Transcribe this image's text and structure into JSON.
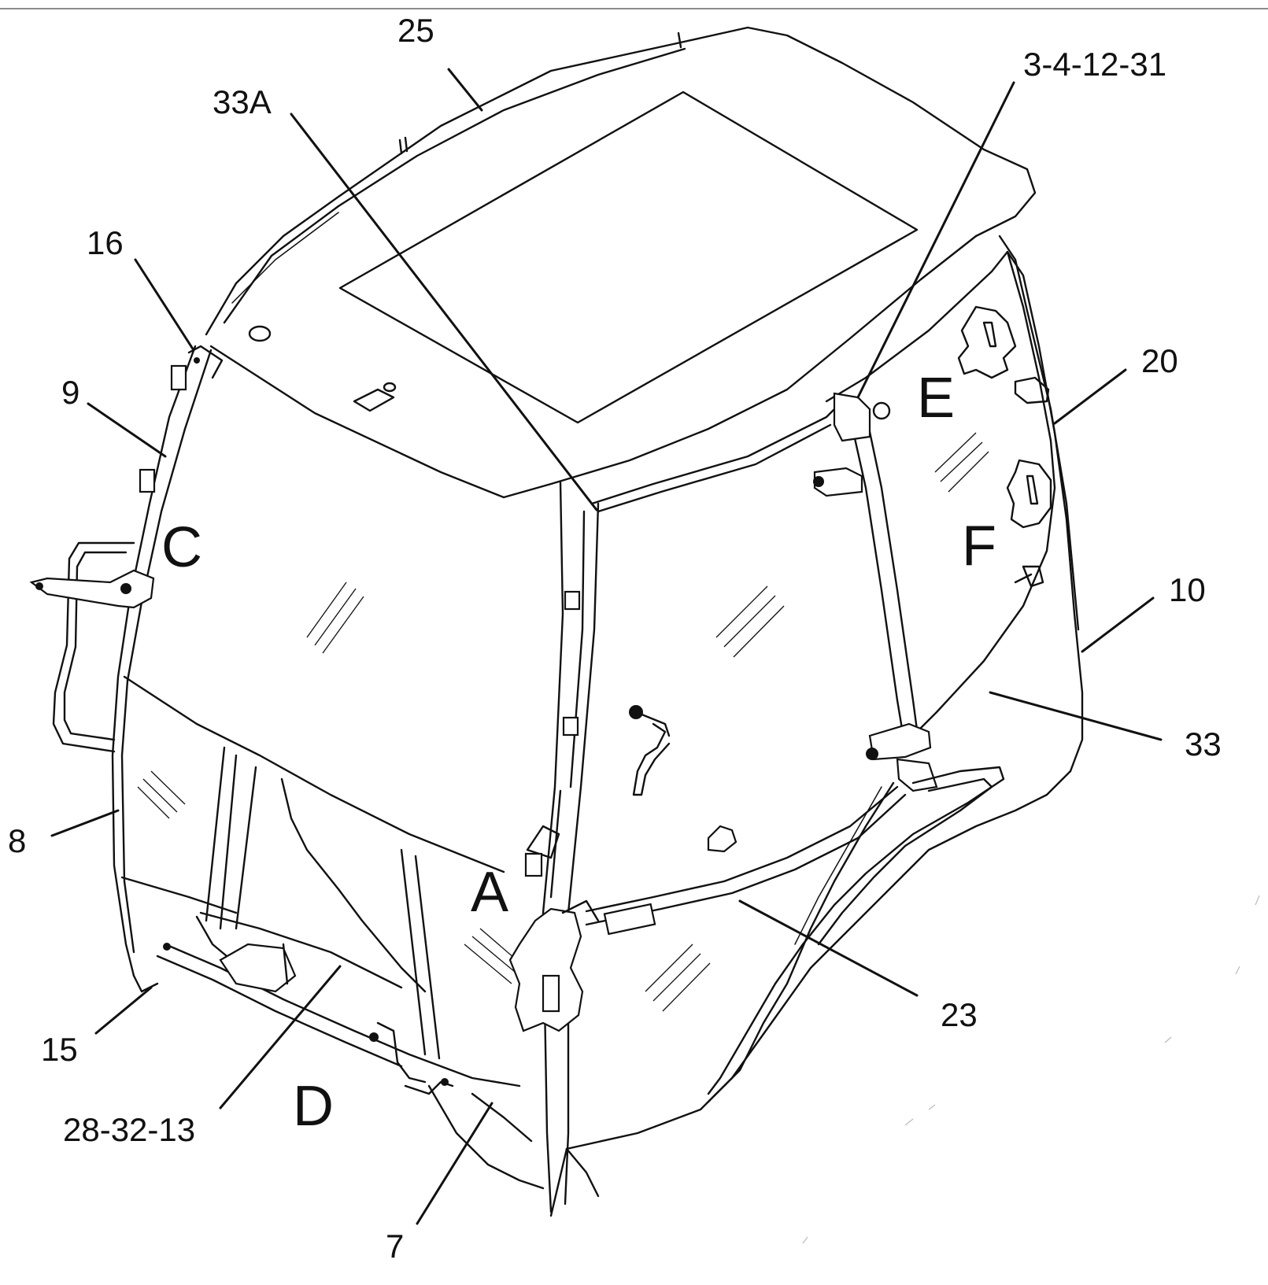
{
  "diagram": {
    "callouts": [
      {
        "id": "c25",
        "label": "25"
      },
      {
        "id": "c3",
        "label": "3-4-12-31"
      },
      {
        "id": "c33a",
        "label": "33A"
      },
      {
        "id": "c16",
        "label": "16"
      },
      {
        "id": "c9",
        "label": "9"
      },
      {
        "id": "c20",
        "label": "20"
      },
      {
        "id": "c10",
        "label": "10"
      },
      {
        "id": "c33",
        "label": "33"
      },
      {
        "id": "c8",
        "label": "8"
      },
      {
        "id": "c23",
        "label": "23"
      },
      {
        "id": "c15",
        "label": "15"
      },
      {
        "id": "c28",
        "label": "28-32-13"
      },
      {
        "id": "c7",
        "label": "7"
      }
    ],
    "section_letters": [
      {
        "id": "lA",
        "label": "A"
      },
      {
        "id": "lC",
        "label": "C"
      },
      {
        "id": "lD",
        "label": "D"
      },
      {
        "id": "lE",
        "label": "E"
      },
      {
        "id": "lF",
        "label": "F"
      }
    ]
  }
}
